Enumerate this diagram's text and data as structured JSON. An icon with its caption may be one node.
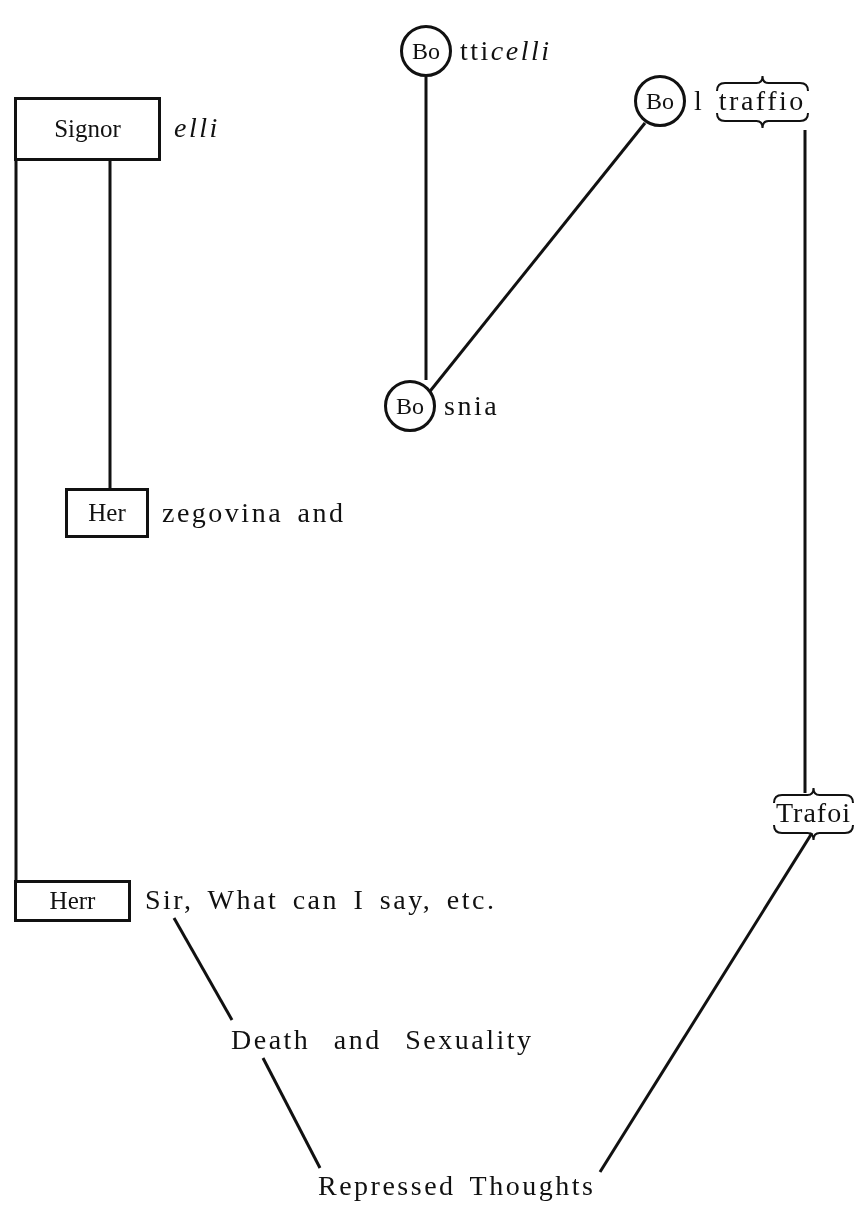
{
  "diagram": {
    "nodes": [
      {
        "text": [
          "Bo"
        ],
        "beside": [
          "tticelli"
        ]
      },
      {
        "text": [
          "Bo"
        ],
        "beside": [
          "l traffio"
        ]
      },
      {
        "text": [
          "Signor"
        ],
        "beside": [
          "elli"
        ]
      },
      {
        "text": [
          "Bo"
        ],
        "beside": [
          "snia"
        ]
      },
      {
        "text": [
          "Her"
        ],
        "beside": [
          "zegovina and"
        ]
      },
      {
        "text": [
          "Trafoi"
        ]
      },
      {
        "text": [
          "Herr"
        ],
        "beside": [
          "Sir, What can I say, etc."
        ]
      },
      {
        "text": [
          "Death and Sexuality"
        ]
      },
      {
        "text": [
          "Repressed Thoughts"
        ]
      }
    ],
    "edges": [
      {
        "from": 0,
        "to": 3,
        "arrow": "none"
      },
      {
        "from": 1,
        "to": 3,
        "arrow": "none"
      },
      {
        "from": 2,
        "to": 4,
        "arrow": "none"
      },
      {
        "from": 2,
        "to": 6,
        "arrow": "none"
      },
      {
        "from": 1,
        "to": 5,
        "arrow": "none"
      },
      {
        "from": 6,
        "to": 7,
        "arrow": "none"
      },
      {
        "from": 7,
        "to": 8,
        "arrow": "none"
      },
      {
        "from": 5,
        "to": 8,
        "arrow": "none"
      }
    ]
  }
}
